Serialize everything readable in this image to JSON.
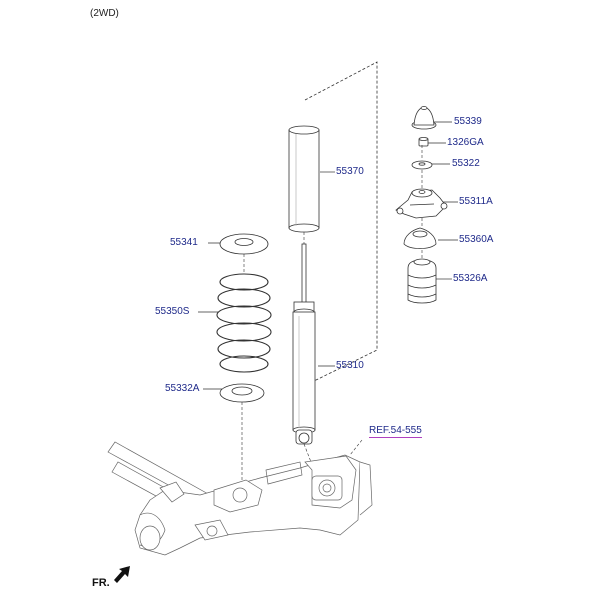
{
  "header": {
    "variant": "(2WD)"
  },
  "labels": {
    "p55339": "55339",
    "p1326GA": "1326GA",
    "p55322": "55322",
    "p55311A": "55311A",
    "p55360A": "55360A",
    "p55326A": "55326A",
    "p55370": "55370",
    "p55341": "55341",
    "p55350S": "55350S",
    "p55310": "55310",
    "p55332A": "55332A"
  },
  "reference": {
    "text": "REF.54-555"
  },
  "orientation": {
    "text": "FR."
  },
  "colors": {
    "label": "#1f2a8a",
    "line": "#333333",
    "ref_underline": "#b040c0"
  }
}
